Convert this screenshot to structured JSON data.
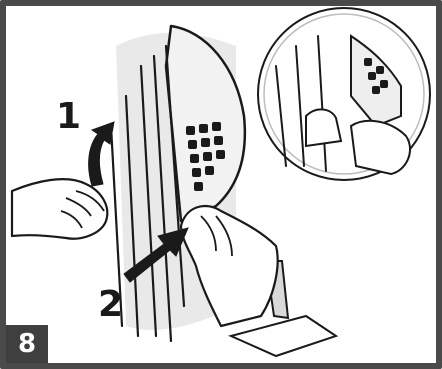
{
  "step": {
    "number": "8"
  },
  "callouts": {
    "first": "1",
    "second": "2"
  },
  "colors": {
    "frame": "#4a4a4a",
    "badge": "#3f3f3f",
    "shading": "#e6e6e6",
    "ink": "#1a1a1a"
  },
  "icons": {
    "curved_arrow": "curved-arrow-up-icon",
    "straight_arrow": "straight-arrow-icon",
    "zoom_circle": "magnified-detail-icon"
  }
}
